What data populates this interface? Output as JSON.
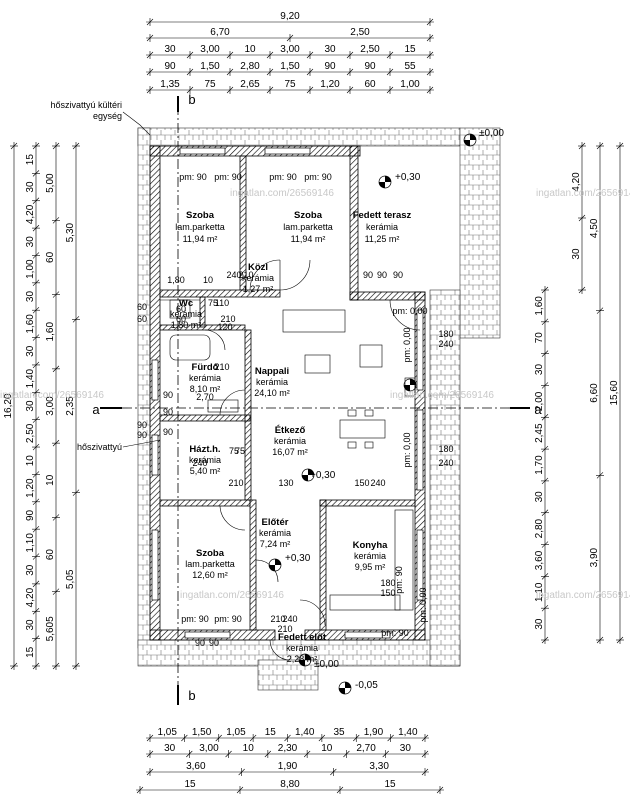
{
  "dims_top": {
    "r1": [
      "9,20"
    ],
    "r2": [
      "6,70",
      "2,50"
    ],
    "r3": [
      "30",
      "3,00",
      "10",
      "3,00",
      "30",
      "2,50",
      "15"
    ],
    "r4": [
      "90",
      "1,50",
      "2,80",
      "1,50",
      "90",
      "90",
      "55"
    ],
    "r5": [
      "1,35",
      "75",
      "2,65",
      "75",
      "1,20",
      "60",
      "1,00"
    ]
  },
  "dims_bottom": {
    "r1": [
      "1,05",
      "1,50",
      "1,05",
      "15",
      "1,40",
      "35",
      "1,90",
      "1,40"
    ],
    "r2": [
      "30",
      "3,00",
      "10",
      "2,30",
      "10",
      "2,70",
      "30"
    ],
    "r3": [
      "3,60",
      "1,90",
      "3,30"
    ],
    "r4": [
      "15",
      "8,80",
      "15"
    ]
  },
  "dims_left": {
    "total": "16,20",
    "c1": [
      "15",
      "30",
      "4,20",
      "30",
      "1,00",
      "30",
      "1,60",
      "30",
      "1,40",
      "30",
      "2,50",
      "10",
      "1,20",
      "90",
      "1,10",
      "30",
      "4,20",
      "30",
      "15"
    ],
    "c2": [
      "5,00",
      "60",
      "1,60",
      "3,00",
      "10",
      "60",
      "5,605"
    ],
    "c3": [
      "5,30",
      "2,35",
      "5,05"
    ]
  },
  "dims_right": {
    "total": "15,60",
    "c1": [
      "4,20",
      "30"
    ],
    "c2": [
      "1,60",
      "70",
      "30",
      "2,00",
      "2,45",
      "1,70",
      "30",
      "2,80",
      "3,60",
      "1,10",
      "30"
    ],
    "c3": [
      "4,50",
      "6,60",
      "3,90"
    ]
  },
  "rooms": [
    {
      "name": "Szoba",
      "line1": "lam.parketta",
      "line2": "11,94 m²"
    },
    {
      "name": "Szoba",
      "line1": "lam.parketta",
      "line2": "11,94 m²"
    },
    {
      "name": "Fedett terasz",
      "line1": "kerámia",
      "line2": "11,25 m²"
    },
    {
      "name": "Közl",
      "line1": "kerámia",
      "line2": "1,27 m²"
    },
    {
      "name": "Wc",
      "line1": "kerámia",
      "line2": "1,80 m²"
    },
    {
      "name": "Fürdő",
      "line1": "kerámia",
      "line2": "8,10 m²"
    },
    {
      "name": "Nappali",
      "line1": "kerámia",
      "line2": "24,10 m²"
    },
    {
      "name": "Étkező",
      "line1": "kerámia",
      "line2": "16,07 m²"
    },
    {
      "name": "Házt.h.",
      "line1": "kerámia",
      "line2": "5,40 m²"
    },
    {
      "name": "Előtér",
      "line1": "kerámia",
      "line2": "7,24 m²"
    },
    {
      "name": "Konyha",
      "line1": "kerámia",
      "line2": "9,95 m²"
    },
    {
      "name": "Szoba",
      "line1": "lam.parketta",
      "line2": "12,60 m²"
    },
    {
      "name": "Fedett előt",
      "line1": "kerámia",
      "line2": "2,28 m²"
    }
  ],
  "annotations": {
    "heatpump_outdoor": [
      "hőszivattyú kültéri",
      "egység"
    ],
    "heatpump": "hőszivattyú",
    "section_a": "a",
    "section_b": "b",
    "lvl_pos": "+0,30",
    "lvl_zero": "±0,00",
    "lvl_neg": "-0,05",
    "watermark": "ingatlan.com/26569146",
    "pm_labels": [
      "pm: 90",
      "pm: 90",
      "pm: 90",
      "pm: 90",
      "pm: 0,00",
      "pm: 0,00",
      "pm: 0,00",
      "pm: 0,00",
      "pm: 90",
      "pm: 90",
      "pm: 90",
      "pm: 90"
    ],
    "openings": [
      "1,80",
      "10",
      "2,70",
      "210",
      "75",
      "110",
      "240",
      "60",
      "60",
      "90",
      "90",
      "90",
      "180",
      "240",
      "180",
      "240",
      "150",
      "240",
      "130",
      "210",
      "240",
      "120",
      "210",
      "90",
      "90",
      "90",
      "180",
      "150",
      "90",
      "90",
      "240",
      "210",
      "210",
      "75",
      "75",
      "210",
      "60",
      "60",
      "90",
      "90"
    ]
  },
  "colors": {
    "wall_hatch": "#000000",
    "cladding": "#555555",
    "accent": "#000000"
  }
}
